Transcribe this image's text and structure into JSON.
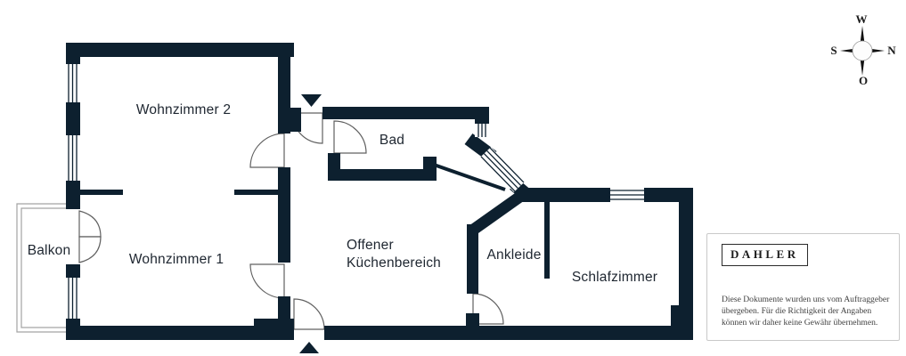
{
  "plan": {
    "rooms": [
      {
        "id": "wohnzimmer2",
        "label": "Wohnzimmer 2"
      },
      {
        "id": "wohnzimmer1",
        "label": "Wohnzimmer 1"
      },
      {
        "id": "bad",
        "label": "Bad"
      },
      {
        "id": "balkon",
        "label": "Balkon"
      },
      {
        "id": "ankleide",
        "label": "Ankleide"
      },
      {
        "id": "schlafzimmer",
        "label": "Schlafzimmer"
      },
      {
        "id": "kueche",
        "label_line1": "Offener",
        "label_line2": "Küchenbereich"
      }
    ]
  },
  "compass": {
    "west": "W",
    "north": "N",
    "south": "S",
    "east": "O"
  },
  "legal": {
    "brand": "DAHLER",
    "disclaimer_line1": "Diese Dokumente wurden uns vom Auftraggeber",
    "disclaimer_line2": "übergeben. Für die Richtigkeit der Angaben",
    "disclaimer_line3": "können wir daher keine Gewähr übernehmen."
  },
  "colors": {
    "wall": "#0d202f",
    "door_stroke": "#606060",
    "balcony_line": "#a3a3a3",
    "label_text": "#1e2630"
  }
}
